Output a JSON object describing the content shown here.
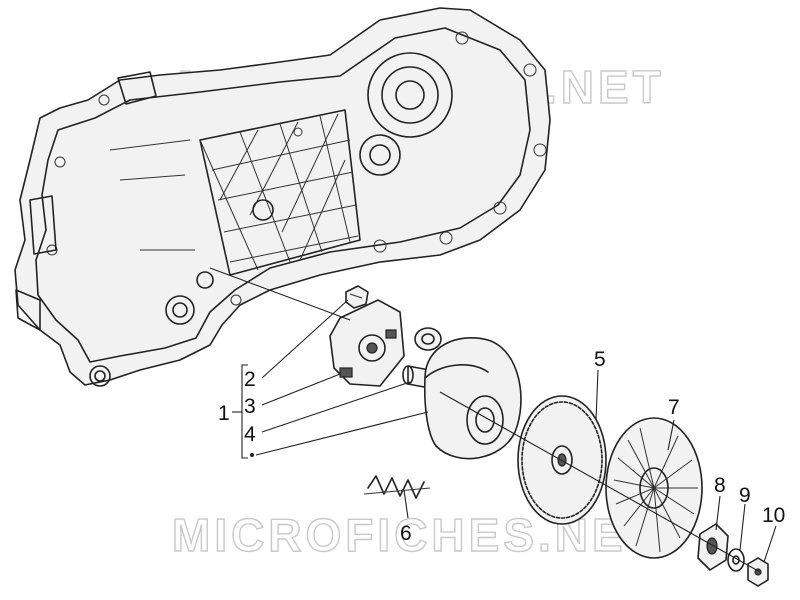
{
  "watermark": {
    "text": "MICROFICHES.NET"
  },
  "callouts": {
    "c1": "1",
    "c2": "2",
    "c3": "3",
    "c4": "4",
    "c5": "5",
    "c6": "6",
    "c7": "7",
    "c8": "8",
    "c9": "9",
    "c10": "10"
  }
}
